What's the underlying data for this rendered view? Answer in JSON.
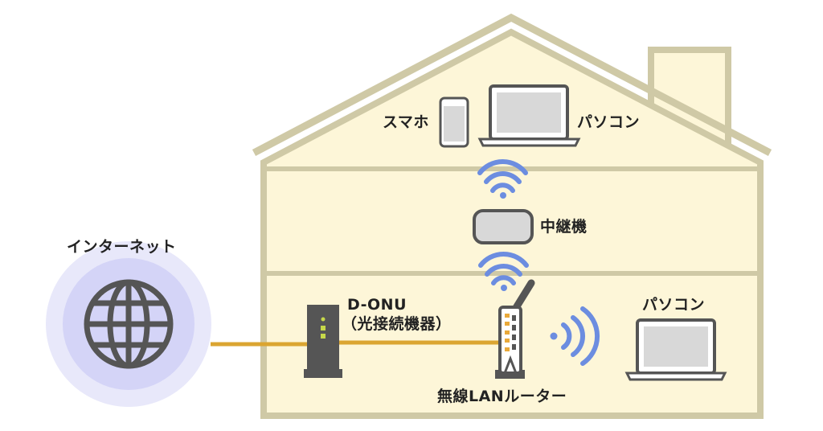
{
  "labels": {
    "internet": "インターネット",
    "smartphone": "スマホ",
    "pc_upstairs": "パソコン",
    "repeater": "中継機",
    "onu_name": "D-ONU",
    "onu_desc": "（光接続機器）",
    "router": "無線LANルーター",
    "pc_downstairs": "パソコン"
  },
  "colors": {
    "house_fill": "#fdf6d8",
    "house_outline": "#cfc9a6",
    "cable": "#dba531",
    "wifi": "#6c8de0",
    "device_body": "#555555",
    "device_screen": "#d8d8d8",
    "globe_outer": "#e8e8fa",
    "globe_inner": "#d4d4f7",
    "led_green": "#c6d84a",
    "led_orange": "#e9a93a"
  }
}
